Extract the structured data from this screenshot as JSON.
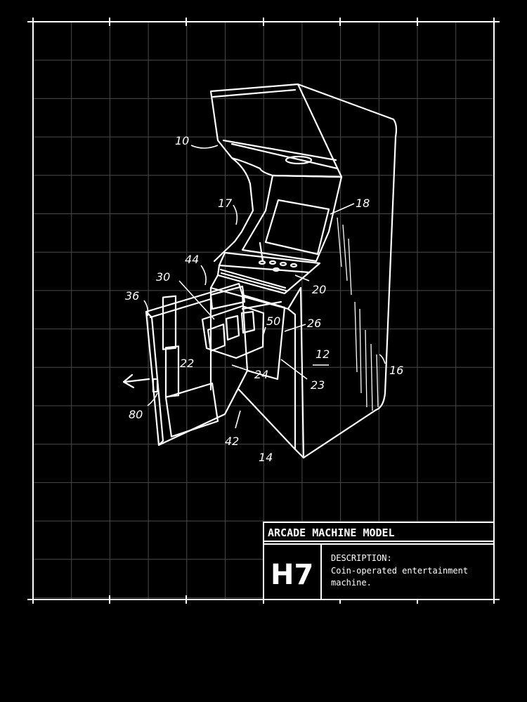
{
  "colors": {
    "background": "#000000",
    "line": "#ffffff",
    "grid": "#4a4a4a"
  },
  "labels": {
    "n10": "10",
    "n17": "17",
    "n18": "18",
    "n44": "44",
    "n30": "30",
    "n36": "36",
    "n20": "20",
    "n50": "50",
    "n26": "26",
    "n12": "12",
    "n22": "22",
    "n24": "24",
    "n23": "23",
    "n16": "16",
    "n80": "80",
    "n42": "42",
    "n14": "14"
  },
  "title_block": {
    "title": "ARCADE MACHINE MODEL",
    "model": "H7",
    "description_label": "DESCRIPTION:",
    "description_line1": "Coin-operated entertainment",
    "description_line2": "machine."
  }
}
